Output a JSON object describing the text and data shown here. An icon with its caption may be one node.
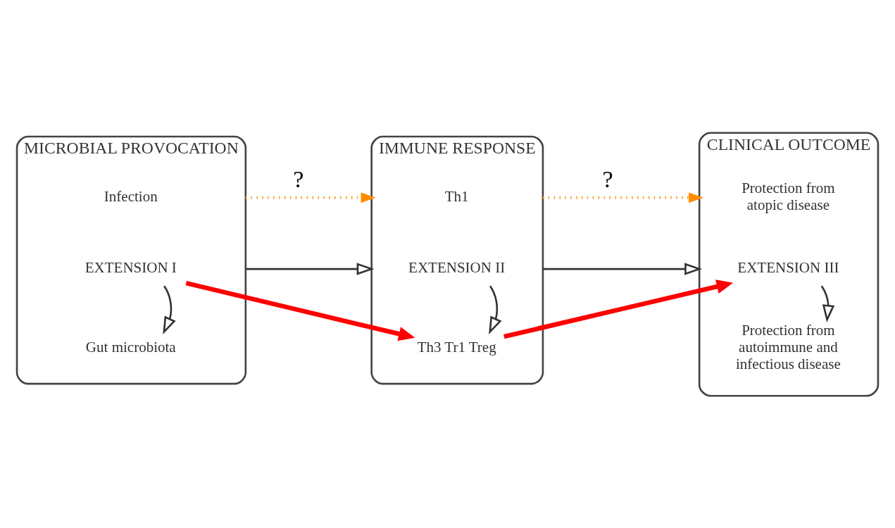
{
  "diagram": {
    "nodes": [
      {
        "text": [
          "MICROBIAL PROVOCATION"
        ]
      },
      {
        "text": [
          "Infection"
        ],
        "in": 0
      },
      {
        "text": [
          "EXTENSION I"
        ],
        "in": 0
      },
      {
        "text": [
          "Gut microbiota"
        ],
        "in": 0
      },
      {
        "text": [
          "IMMUNE RESPONSE"
        ]
      },
      {
        "text": [
          "Th1"
        ],
        "in": 4
      },
      {
        "text": [
          "EXTENSION II"
        ],
        "in": 4
      },
      {
        "text": [
          "Th3 Tr1 Treg"
        ],
        "in": 4
      },
      {
        "text": [
          "CLINICAL OUTCOME"
        ]
      },
      {
        "text": [
          "Protection from atopic disease"
        ],
        "in": 8
      },
      {
        "text": [
          "EXTENSION III"
        ],
        "in": 8
      },
      {
        "text": [
          "Protection from autoimmune and infectious disease"
        ],
        "in": 8
      }
    ],
    "edges": [
      {
        "from": 0,
        "to": 4,
        "arrow": "to",
        "label": "?",
        "style": "dashed",
        "color": "#ff8c00"
      },
      {
        "from": 4,
        "to": 8,
        "arrow": "to",
        "label": "?",
        "style": "dashed",
        "color": "#ff8c00"
      },
      {
        "from": 2,
        "to": 3,
        "arrow": "to"
      },
      {
        "from": 0,
        "to": 4,
        "arrow": "to"
      },
      {
        "from": 6,
        "to": 7,
        "arrow": "to"
      },
      {
        "from": 4,
        "to": 8,
        "arrow": "to"
      },
      {
        "from": 10,
        "to": 11,
        "arrow": "to"
      },
      {
        "from": 2,
        "to": 7,
        "arrow": "to",
        "style": "thick",
        "color": "#ff0000"
      },
      {
        "from": 7,
        "to": 10,
        "arrow": "to",
        "style": "thick",
        "color": "#ff0000"
      }
    ]
  }
}
